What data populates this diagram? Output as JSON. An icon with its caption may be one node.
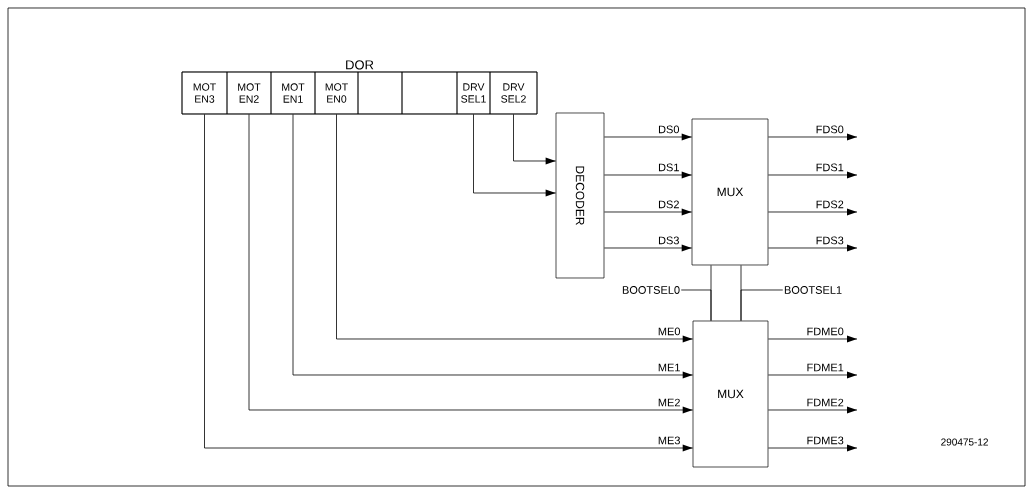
{
  "diagram": {
    "nodes": [
      {
        "text": [
          "DOR"
        ]
      },
      {
        "text": [
          "MOT EN3"
        ],
        "in": 0
      },
      {
        "text": [
          "MOT EN2"
        ],
        "in": 0
      },
      {
        "text": [
          "MOT EN1"
        ],
        "in": 0
      },
      {
        "text": [
          "MOT EN0"
        ],
        "in": 0
      },
      {
        "text": [],
        "shape": "box",
        "in": 0
      },
      {
        "text": [],
        "shape": "box",
        "in": 0
      },
      {
        "text": [
          "DRV SEL1"
        ],
        "in": 0
      },
      {
        "text": [
          "DRV SEL2"
        ],
        "in": 0
      },
      {
        "text": [
          "DECODER"
        ]
      },
      {
        "text": [
          "MUX"
        ]
      },
      {
        "text": [
          "MUX"
        ]
      },
      {
        "text": [
          "BOOTSEL0"
        ]
      },
      {
        "text": [
          "BOOTSEL1"
        ]
      }
    ],
    "edges": [
      {
        "from": 8,
        "to": 9,
        "arrow": "to"
      },
      {
        "from": 7,
        "to": 9,
        "arrow": "to"
      },
      {
        "from": 9,
        "to": 10,
        "arrow": "to",
        "label": "DS0"
      },
      {
        "from": 9,
        "to": 10,
        "arrow": "to",
        "label": "DS1"
      },
      {
        "from": 9,
        "to": 10,
        "arrow": "to",
        "label": "DS2"
      },
      {
        "from": 9,
        "to": 10,
        "arrow": "to",
        "label": "DS3"
      },
      {
        "from": 10,
        "to": null,
        "arrow": "to",
        "label": "FDS0"
      },
      {
        "from": 10,
        "to": null,
        "arrow": "to",
        "label": "FDS1"
      },
      {
        "from": 10,
        "to": null,
        "arrow": "to",
        "label": "FDS2"
      },
      {
        "from": 10,
        "to": null,
        "arrow": "to",
        "label": "FDS3"
      },
      {
        "from": 10,
        "to": 11,
        "arrow": "none"
      },
      {
        "from": 10,
        "to": 11,
        "arrow": "none"
      },
      {
        "from": 12,
        "to": 11,
        "arrow": "none"
      },
      {
        "from": 13,
        "to": 11,
        "arrow": "none"
      },
      {
        "from": 4,
        "to": 11,
        "arrow": "to",
        "label": "ME0"
      },
      {
        "from": 3,
        "to": 11,
        "arrow": "to",
        "label": "ME1"
      },
      {
        "from": 2,
        "to": 11,
        "arrow": "to",
        "label": "ME2"
      },
      {
        "from": 1,
        "to": 11,
        "arrow": "to",
        "label": "ME3"
      },
      {
        "from": 11,
        "to": null,
        "arrow": "to",
        "label": "FDME0"
      },
      {
        "from": 11,
        "to": null,
        "arrow": "to",
        "label": "FDME1"
      },
      {
        "from": 11,
        "to": null,
        "arrow": "to",
        "label": "FDME2"
      },
      {
        "from": 11,
        "to": null,
        "arrow": "to",
        "label": "FDME3"
      }
    ],
    "labels": [
      "290475-12"
    ]
  }
}
